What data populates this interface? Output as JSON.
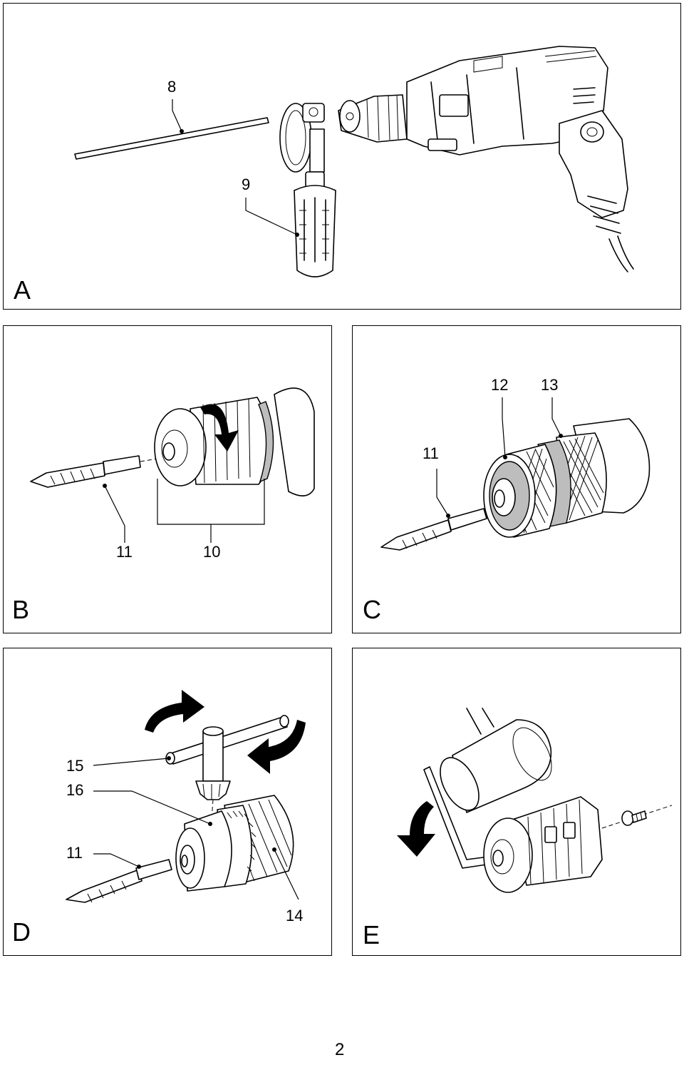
{
  "panels": {
    "A": {
      "letter": "A",
      "callouts": {
        "c8": "8",
        "c9": "9"
      }
    },
    "B": {
      "letter": "B",
      "callouts": {
        "c11": "11",
        "c10": "10"
      }
    },
    "C": {
      "letter": "C",
      "callouts": {
        "c12": "12",
        "c13": "13",
        "c11": "11"
      }
    },
    "D": {
      "letter": "D",
      "callouts": {
        "c15": "15",
        "c16": "16",
        "c11": "11",
        "c14": "14"
      }
    },
    "E": {
      "letter": "E"
    }
  },
  "page_number": "2"
}
